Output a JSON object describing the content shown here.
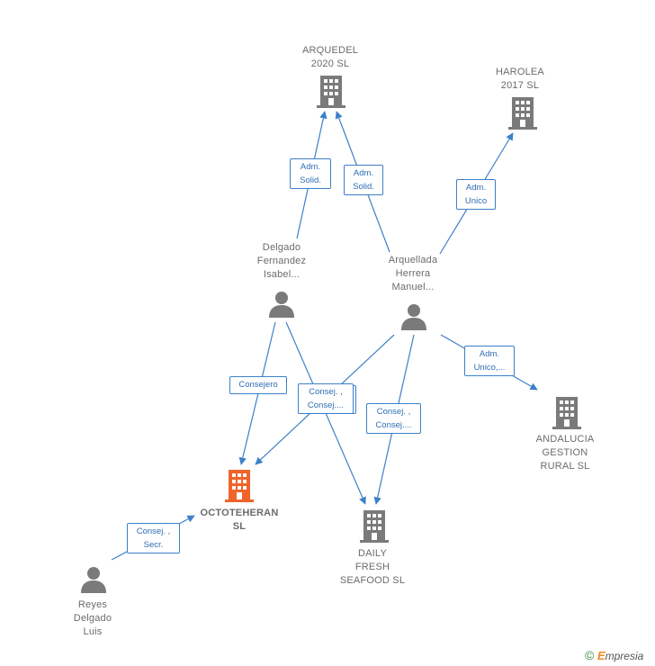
{
  "nodes": {
    "arquedel": {
      "label": "ARQUEDEL\n2020  SL"
    },
    "harolea": {
      "label": "HAROLEA\n2017  SL"
    },
    "delgado": {
      "label": "Delgado\nFernandez\nIsabel..."
    },
    "arquellada": {
      "label": "Arquellada\nHerrera\nManuel..."
    },
    "andalucia": {
      "label": "ANDALUCIA\nGESTION\nRURAL SL"
    },
    "octoteheran": {
      "label": "OCTOTEHERAN\nSL"
    },
    "daily": {
      "label": "DAILY\nFRESH\nSEAFOOD  SL"
    },
    "reyes": {
      "label": "Reyes\nDelgado\nLuis"
    }
  },
  "edge_labels": {
    "delgado_arquedel": "Adm.\nSolid.",
    "arquellada_arquedel": "Adm.\nSolid.",
    "arquellada_harolea": "Adm.\nUnico",
    "arquellada_andalucia": "Adm.\nUnico,...",
    "delgado_octoteheran": "Consejero",
    "consej_cluster": "Consej. ,\nConsej....",
    "arquellada_daily": "Consej. ,\nConsej....",
    "reyes_octoteheran": "Consej. ,\nSecr."
  },
  "colors": {
    "edge": "#3d80c8",
    "company": "#7a7a7a",
    "main_company": "#f0642a",
    "person": "#7a7a7a"
  },
  "footer": {
    "copyright": "©",
    "brand_e": "E",
    "brand_rest": "mpresia"
  }
}
